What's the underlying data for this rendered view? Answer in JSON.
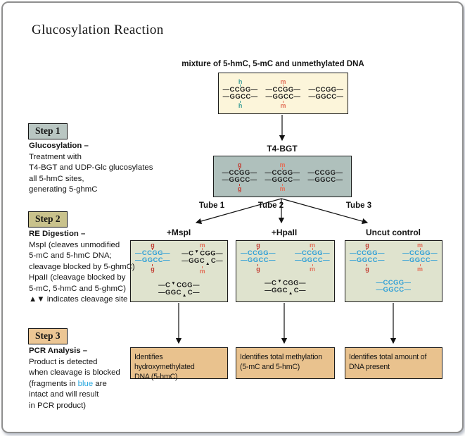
{
  "title": "Glucosylation Reaction",
  "mixture_label": "mixture of 5-hmC, 5-mC and unmethylated DNA",
  "enzyme_label": "T4-BGT",
  "colors": {
    "page_bg": "#ffffff",
    "card_border": "#8f8f8f",
    "text": "#141414",
    "cream_box": "#FCF5DA",
    "t4_box": "#AFC0BC",
    "tube_box": "#DFE3CE",
    "result_box": "#E9C28E",
    "step1_badge": "#B9C6C2",
    "step2_badge": "#C9C28C",
    "step3_badge": "#ECC694",
    "strand_blue": "#2E9FD6",
    "strand_black": "#1C1C1C",
    "mark_h": "#3E9E98",
    "mark_m": "#E2715A",
    "mark_g": "#C23B30",
    "blue_word": "#29A8DF",
    "arrow": "#111111"
  },
  "top_box": {
    "duplexes": [
      {
        "top": "—CCGG—",
        "bottom": "—GGCC—",
        "strand": "black",
        "mark": "h"
      },
      {
        "top": "—CCGG—",
        "bottom": "—GGCC—",
        "strand": "black",
        "mark": "m"
      },
      {
        "top": "—CCGG—",
        "bottom": "—GGCC—",
        "strand": "black",
        "mark": null
      }
    ]
  },
  "t4_box": {
    "duplexes": [
      {
        "top": "—CCGG—",
        "bottom": "—GGCC—",
        "strand": "black",
        "mark": "g"
      },
      {
        "top": "—CCGG—",
        "bottom": "—GGCC—",
        "strand": "black",
        "mark": "m"
      },
      {
        "top": "—CCGG—",
        "bottom": "—GGCC—",
        "strand": "black",
        "mark": null
      }
    ]
  },
  "tubes": [
    {
      "tube_label": "Tube 1",
      "title": "+MspI",
      "row1": [
        {
          "top": "—CCGG—",
          "bottom": "—GGCC—",
          "strand": "blue",
          "mark": "g"
        },
        {
          "top": "—C{v}CGG—",
          "bottom": "—GGC{^}C—",
          "strand": "black",
          "mark": "m"
        }
      ],
      "row2": [
        {
          "top": "—C{v}CGG—",
          "bottom": "—GGC{^}C—",
          "strand": "black",
          "mark": null
        }
      ],
      "result": "Identifies hydroxymethylated\nDNA (5-hmC)"
    },
    {
      "tube_label": "Tube 2",
      "title": "+HpaII",
      "row1": [
        {
          "top": "—CCGG—",
          "bottom": "—GGCC—",
          "strand": "blue",
          "mark": "g"
        },
        {
          "top": "—CCGG—",
          "bottom": "—GGCC—",
          "strand": "blue",
          "mark": "m"
        }
      ],
      "row2": [
        {
          "top": "—C{v}CGG—",
          "bottom": "—GGC{^}C—",
          "strand": "black",
          "mark": null
        }
      ],
      "result": "Identifies total methylation\n(5-mC and 5-hmC)"
    },
    {
      "tube_label": "Tube 3",
      "title": "Uncut control",
      "row1": [
        {
          "top": "—CCGG—",
          "bottom": "—GGCC—",
          "strand": "blue",
          "mark": "g"
        },
        {
          "top": "—CCGG—",
          "bottom": "—GGCC—",
          "strand": "blue",
          "mark": "m"
        }
      ],
      "row2": [
        {
          "top": "—CCGG—",
          "bottom": "—GGCC—",
          "strand": "blue",
          "mark": null
        }
      ],
      "result": "Identifies total amount of\nDNA present"
    }
  ],
  "steps": [
    {
      "badge": "Step 1",
      "heading": "Glucosylation –",
      "lines": [
        [
          {
            "t": "Treatment with"
          }
        ],
        [
          {
            "t": "T4-BGT and UDP-Glc glucosylates"
          }
        ],
        [
          {
            "t": "all 5-hmC sites,"
          }
        ],
        [
          {
            "t": "generating 5-ghmC"
          }
        ]
      ]
    },
    {
      "badge": "Step 2",
      "heading": "RE Digestion –",
      "lines": [
        [
          {
            "t": "MspI (cleaves unmodified"
          }
        ],
        [
          {
            "t": "5-mC and 5-hmC DNA;"
          }
        ],
        [
          {
            "t": "cleavage blocked by 5-ghmC)"
          }
        ],
        [
          {
            "t": "HpaII (cleavage blocked by"
          }
        ],
        [
          {
            "t": "5-mC, 5-hmC and 5-ghmC)"
          }
        ],
        [
          {
            "t": "▲▼ indicates cleavage site"
          }
        ]
      ]
    },
    {
      "badge": "Step 3",
      "heading": "PCR Analysis –",
      "lines": [
        [
          {
            "t": "Product is detected"
          }
        ],
        [
          {
            "t": "when cleavage is blocked"
          }
        ],
        [
          {
            "t": "(fragments in "
          },
          {
            "t": "blue",
            "c": "blue_word"
          },
          {
            "t": " are"
          }
        ],
        [
          {
            "t": "intact and will result"
          }
        ],
        [
          {
            "t": "in PCR product)"
          }
        ]
      ]
    }
  ]
}
